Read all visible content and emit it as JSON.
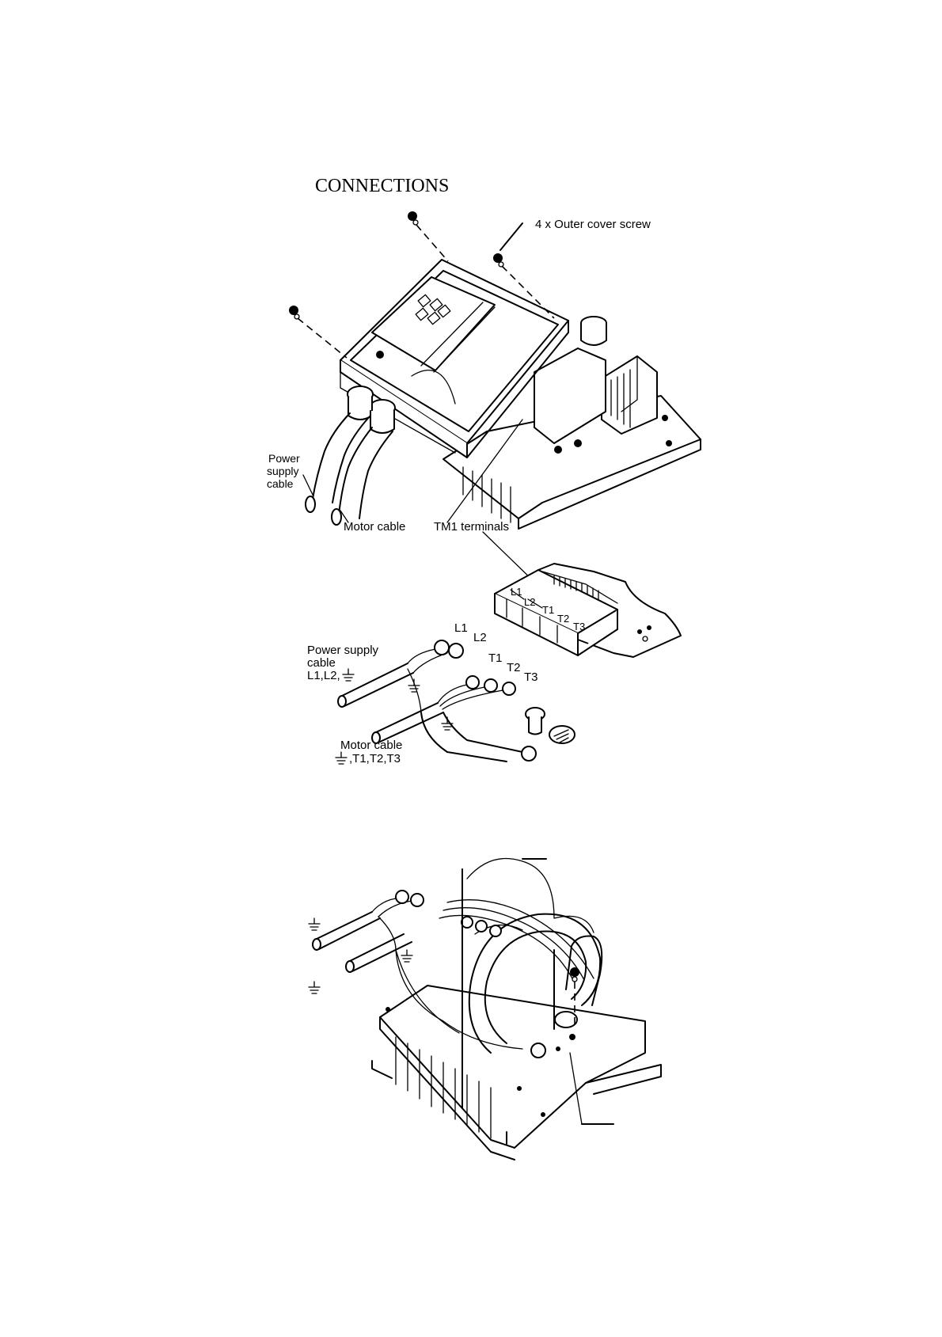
{
  "title": "CONNECTIONS",
  "labels": {
    "outer_cover_screw": "4 x Outer cover screw",
    "power_supply_cable_line1": "Power",
    "power_supply_cable_line2": "supply",
    "power_supply_cable_line3": "cable",
    "motor_cable": "Motor cable",
    "tm1_terminals": "TM1 terminals"
  },
  "terminal_block": {
    "l1": "L1",
    "l2": "L2",
    "t1": "T1",
    "t2": "T2",
    "t3": "T3"
  },
  "cable_detail": {
    "l1": "L1",
    "l2": "L2",
    "t1": "T1",
    "t2": "T2",
    "t3": "T3",
    "power_cable_line1": "Power supply",
    "power_cable_line2": "cable",
    "power_cable_line3": "L1,L2,",
    "motor_cable_line1": "Motor cable",
    "motor_cable_line2": ",T1,T2,T3"
  },
  "icons": [
    "screw-icon",
    "ground-symbol-icon",
    "ground-plate-icon"
  ]
}
